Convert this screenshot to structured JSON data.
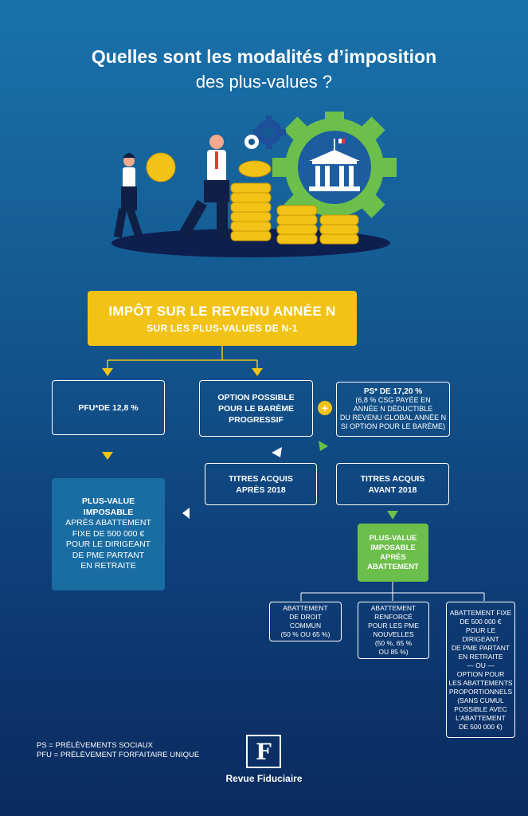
{
  "title": {
    "line1": "Quelles sont les modalités d’imposition",
    "line2": "des plus-values ?"
  },
  "main_box": {
    "line1": "IMPÔT SUR LE REVENU ANNÉE N",
    "line2": "SUR LES PLUS-VALUES DE N-1"
  },
  "pfu_box": "PFU*DE 12,8 %",
  "option_box": [
    "OPTION POSSIBLE",
    "POUR LE BARÈME",
    "PROGRESSIF"
  ],
  "plus_sign": "+",
  "ps_box": {
    "title": "PS* DE 17,20 %",
    "lines": [
      "(6,8 % CSG PAYÉE EN",
      "ANNÉE N DÉDUCTIBLE",
      "DU REVENU GLOBAL ANNÉE N",
      "SI OPTION POUR LE BARÈME)"
    ]
  },
  "titres_apres": [
    "TITRES ACQUIS",
    "APRÈS 2018"
  ],
  "titres_avant": [
    "TITRES ACQUIS",
    "AVANT 2018"
  ],
  "pv_blue": {
    "bold": [
      "PLUS-VALUE",
      "IMPOSABLE"
    ],
    "lines": [
      "APRÈS ABATTEMENT",
      "FIXE DE 500 000 €",
      "POUR LE DIRIGEANT",
      "DE PME PARTANT",
      "EN RETRAITE"
    ]
  },
  "pv_green": [
    "PLUS-VALUE",
    "IMPOSABLE",
    "APRÈS",
    "ABATTEMENT"
  ],
  "abat1": [
    "ABATTEMENT",
    "DE DROIT",
    "COMMUN",
    "(50 % OU 65 %)"
  ],
  "abat2": [
    "ABATTEMENT",
    "RENFORCÉ",
    "POUR LES PME",
    "NOUVELLES",
    "(50 %, 65 %",
    "OU 85 %)"
  ],
  "abat3": [
    "ABATTEMENT FIXE",
    "DE 500 000 €",
    "POUR LE",
    "DIRIGEANT",
    "DE PME PARTANT",
    "EN RETRAITE",
    "— OU —",
    "OPTION POUR",
    "LES ABATTEMENTS",
    "PROPORTIONNELS",
    "(SANS CUMUL",
    "POSSIBLE AVEC",
    "L’ABATTEMENT",
    "DE 500 000 €)"
  ],
  "footnotes": [
    "PS = PRÉLÈVEMENTS SOCIAUX",
    "PFU = PRÉLÈVEMENT FORFAITAIRE UNIQUE"
  ],
  "logo": {
    "letter": "F",
    "text": "Revue Fiduciaire"
  },
  "colors": {
    "yellow": "#f2c316",
    "green": "#6cbf4a",
    "blue_box": "#1a6da3",
    "gear_green": "#6cbf4a",
    "gear_blue": "#1e4f9a"
  },
  "icons": [
    "gear-icon",
    "building-icon",
    "coin-stack-icon",
    "person-icon",
    "arrow-down-icon",
    "arrow-left-icon",
    "plus-icon"
  ]
}
